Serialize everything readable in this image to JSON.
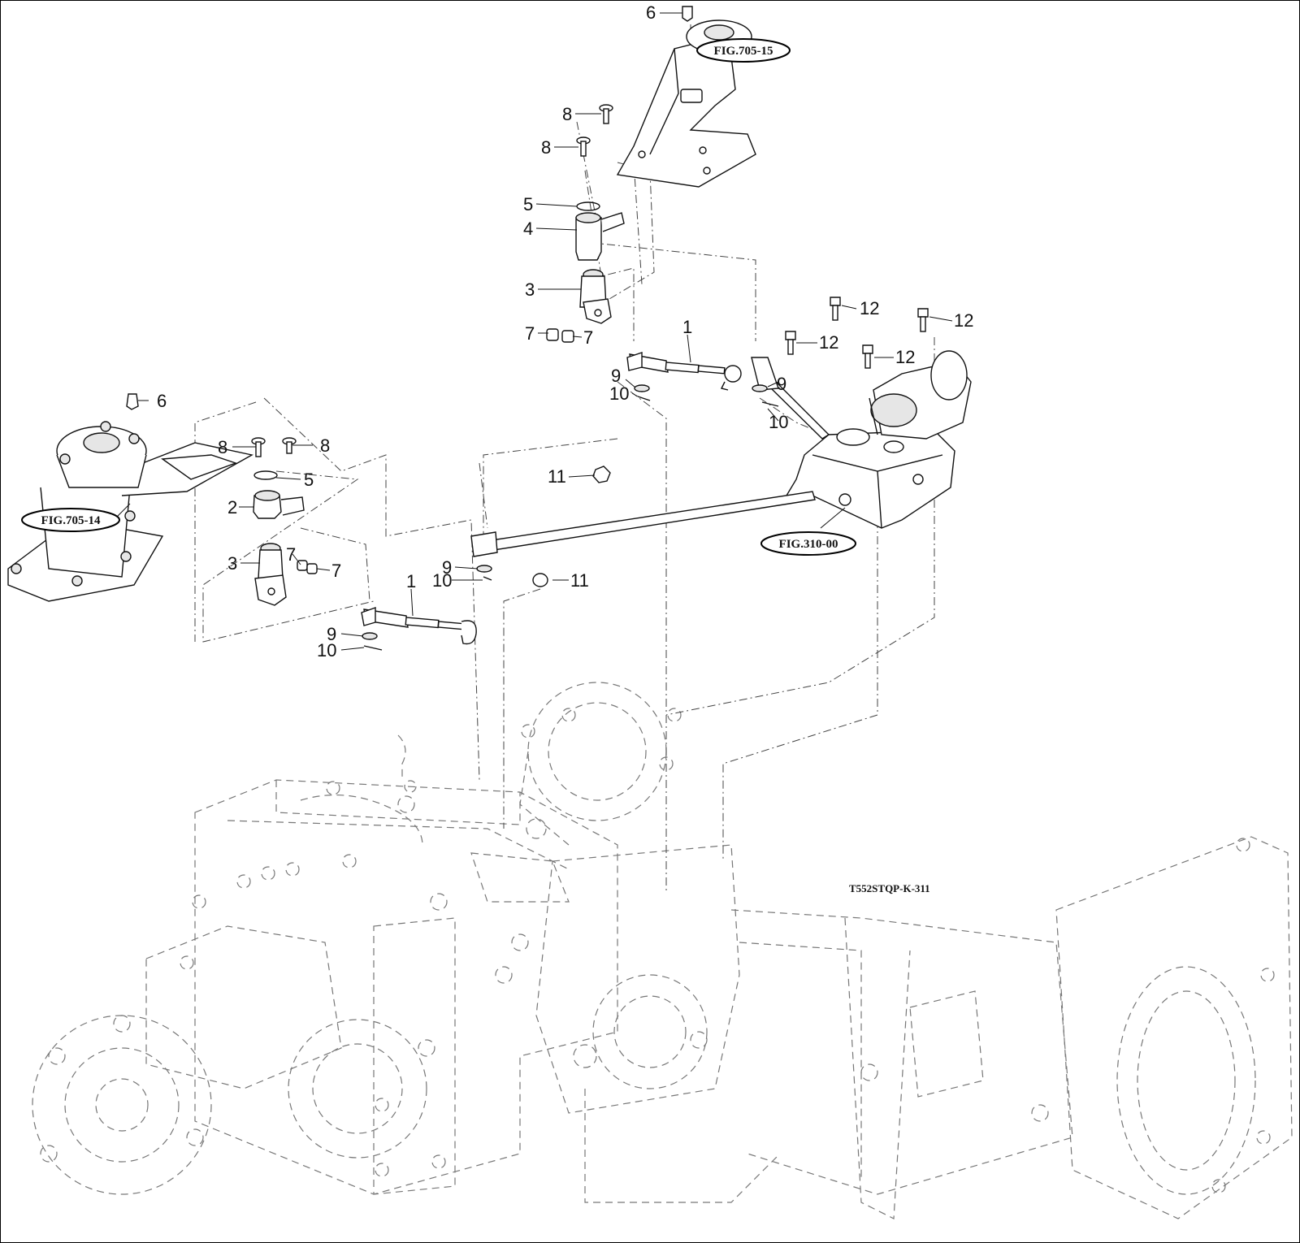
{
  "diagram": {
    "drawing_code": "T552STQP-K-311",
    "figure_refs": {
      "top": "FIG.705-15",
      "left": "FIG.705-14",
      "right": "FIG.310-00"
    },
    "callouts": {
      "c6a": "6",
      "c8a": "8",
      "c8b": "8",
      "c5a": "5",
      "c4": "4",
      "c3a": "3",
      "c7a": "7",
      "c7b": "7",
      "c1a": "1",
      "c9a": "9",
      "c10a": "10",
      "c9b": "9",
      "c10b": "10",
      "c11a": "11",
      "c12a": "12",
      "c12b": "12",
      "c12c": "12",
      "c12d": "12",
      "c6b": "6",
      "c8c": "8",
      "c8d": "8",
      "c5b": "5",
      "c2": "2",
      "c3b": "3",
      "c7c": "7",
      "c7d": "7",
      "c9c": "9",
      "c10c": "10",
      "c11b": "11",
      "c1b": "1",
      "c9d": "9",
      "c10d": "10"
    }
  }
}
